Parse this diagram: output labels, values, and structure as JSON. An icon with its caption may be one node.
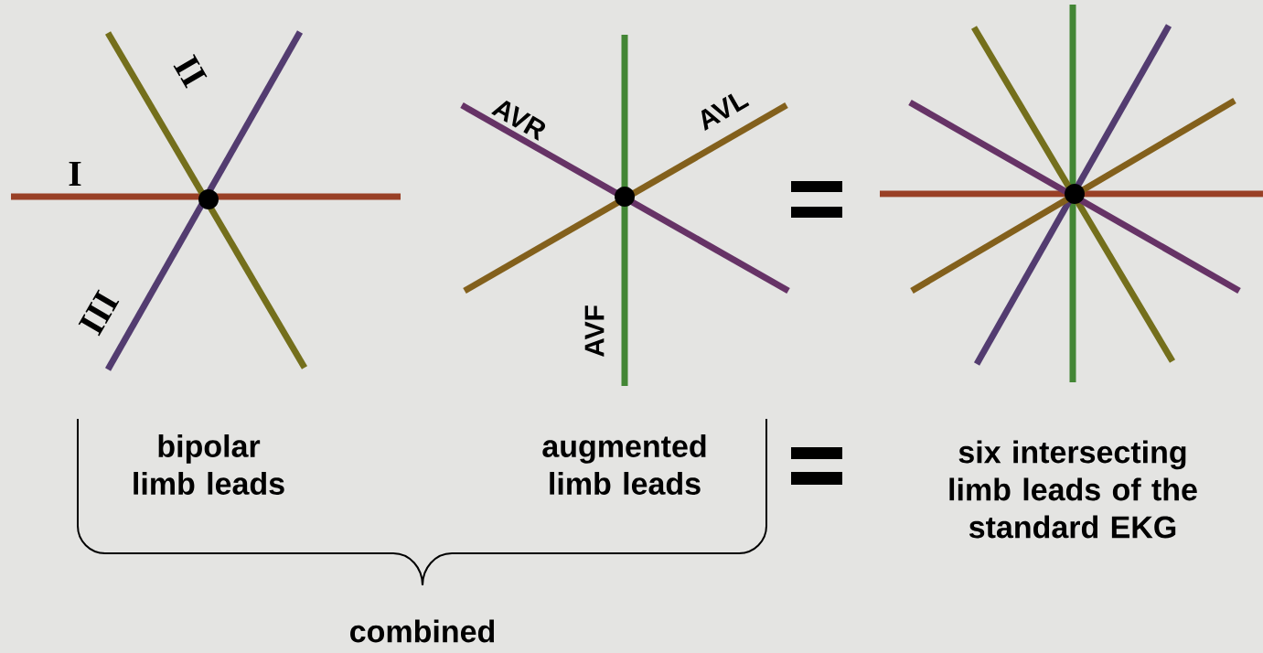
{
  "diagram": {
    "labels": [
      "I",
      "II",
      "III",
      "AVR",
      "AVL",
      "AVF",
      "bipolar limb leads",
      "augmented limb leads",
      "six intersecting limb leads of the standard EKG",
      "combined"
    ]
  }
}
